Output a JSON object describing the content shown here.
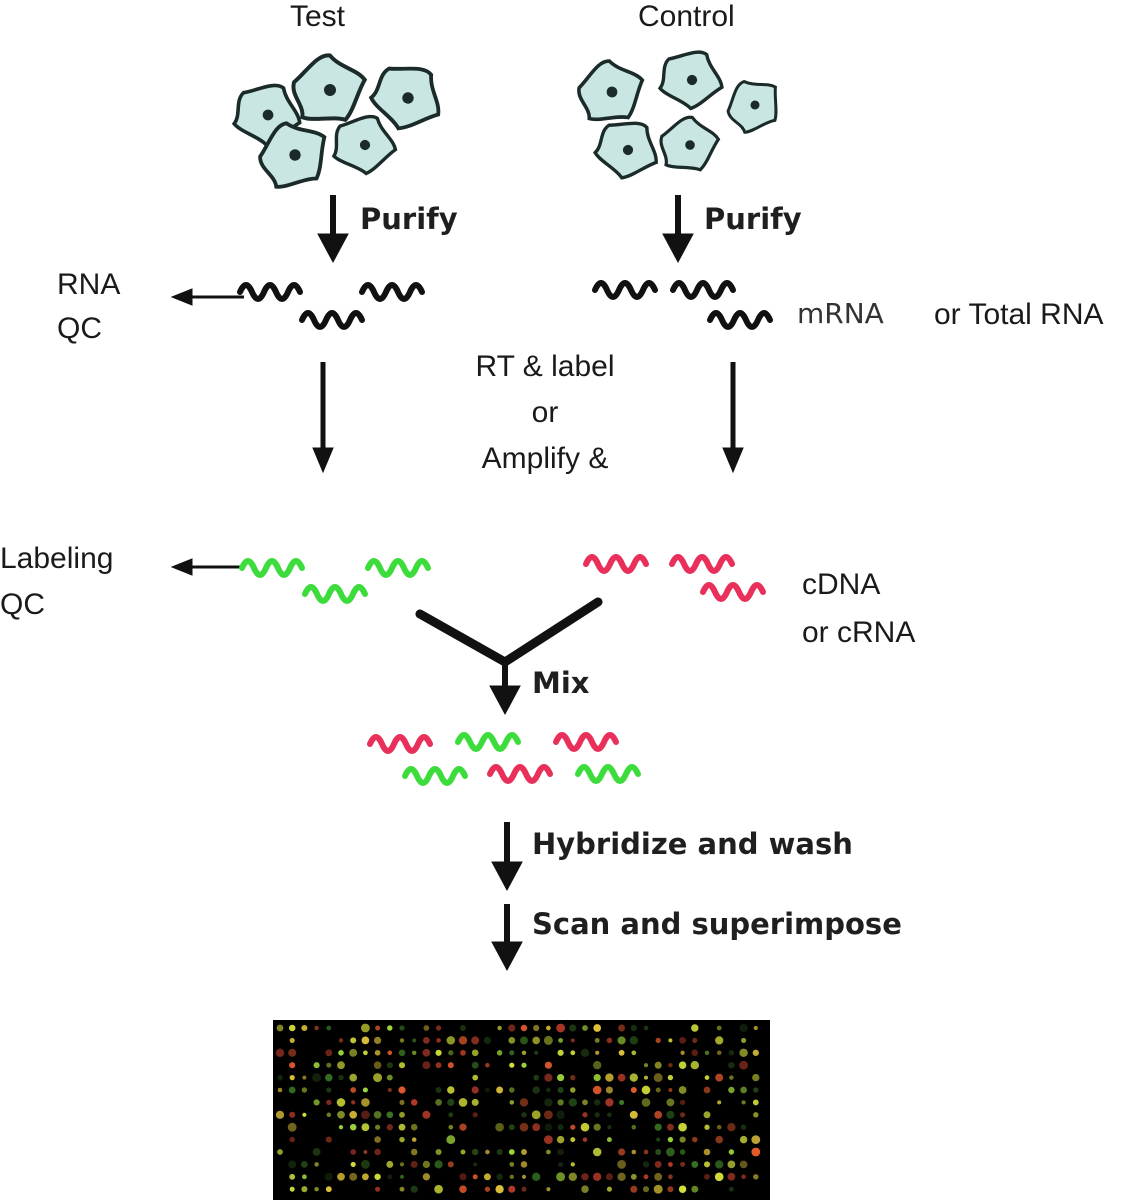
{
  "labels": {
    "test": "Test",
    "control": "Control",
    "purify_left": "Purify",
    "purify_right": "Purify",
    "rna_qc_line1": "RNA",
    "rna_qc_line2": "QC",
    "mrna": "mRNA",
    "total_rna": "or Total RNA",
    "rt_line1": "RT & label",
    "rt_line2": "or",
    "rt_line3": "Amplify &",
    "labeling_qc_line1": "Labeling",
    "labeling_qc_line2": "QC",
    "cdna_line1": "cDNA",
    "cdna_line2": "or cRNA",
    "mix": "Mix",
    "hybridize": "Hybridize and wash",
    "scan": "Scan and superimpose"
  },
  "colors": {
    "green_label": "#3ddc3d",
    "red_label": "#e8305a",
    "strand_black": "#111111",
    "cell_fill": "#c9e6e2",
    "cell_stroke": "#1b2b2a",
    "microarray_bg": "#000000"
  },
  "icons": [
    "cell-icon",
    "mrna-strand-icon",
    "cdna-strand-icon",
    "arrow-down-icon",
    "arrow-left-icon"
  ]
}
